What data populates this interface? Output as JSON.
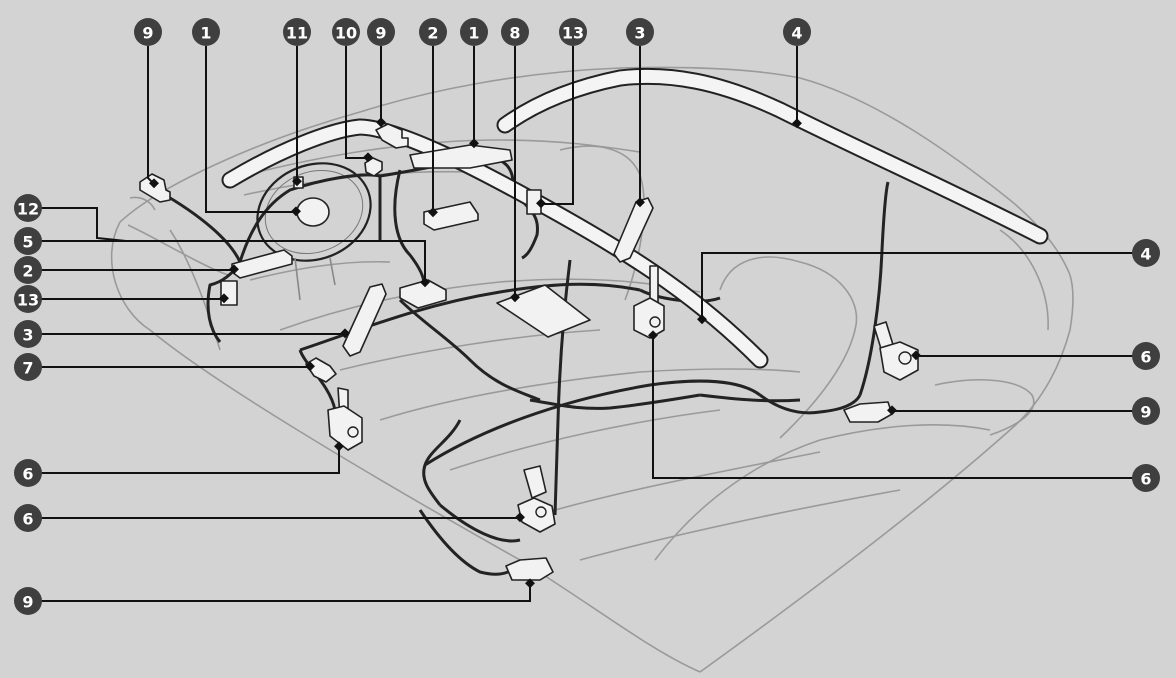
{
  "colors": {
    "background": "#d3d3d3",
    "badge": "#3f3f3f",
    "badge_text": "#ffffff",
    "wiring": "#232323",
    "component_fill": "#f2f2f2",
    "body_outline": "#9a9a9a"
  },
  "callouts": [
    {
      "number": "9",
      "target": "left-front-impact-sensor"
    },
    {
      "number": "1",
      "target": "driver-front-airbag"
    },
    {
      "number": "11",
      "target": "steering-wheel-sensor"
    },
    {
      "number": "10",
      "target": "dashboard-sensor"
    },
    {
      "number": "9",
      "target": "right-front-impact-sensor"
    },
    {
      "number": "2",
      "target": "passenger-knee-airbag"
    },
    {
      "number": "1",
      "target": "passenger-front-airbag"
    },
    {
      "number": "8",
      "target": "floor-control-unit"
    },
    {
      "number": "13",
      "target": "right-door-sensor"
    },
    {
      "number": "3",
      "target": "right-side-airbag"
    },
    {
      "number": "4",
      "target": "right-curtain-airbag"
    },
    {
      "number": "12",
      "target": "driver-side-bracket"
    },
    {
      "number": "5",
      "target": "center-control-module"
    },
    {
      "number": "2",
      "target": "driver-knee-airbag"
    },
    {
      "number": "13",
      "target": "left-door-sensor"
    },
    {
      "number": "3",
      "target": "left-side-airbag"
    },
    {
      "number": "7",
      "target": "seat-weight-sensor"
    },
    {
      "number": "6",
      "target": "front-left-seat-belt-tensioner"
    },
    {
      "number": "6",
      "target": "rear-left-seat-belt-tensioner"
    },
    {
      "number": "9",
      "target": "rear-left-side-sensor"
    },
    {
      "number": "4",
      "target": "left-curtain-airbag"
    },
    {
      "number": "6",
      "target": "rear-right-seat-belt-tensioner"
    },
    {
      "number": "9",
      "target": "rear-right-side-sensor"
    },
    {
      "number": "6",
      "target": "front-right-seat-belt-tensioner"
    }
  ]
}
